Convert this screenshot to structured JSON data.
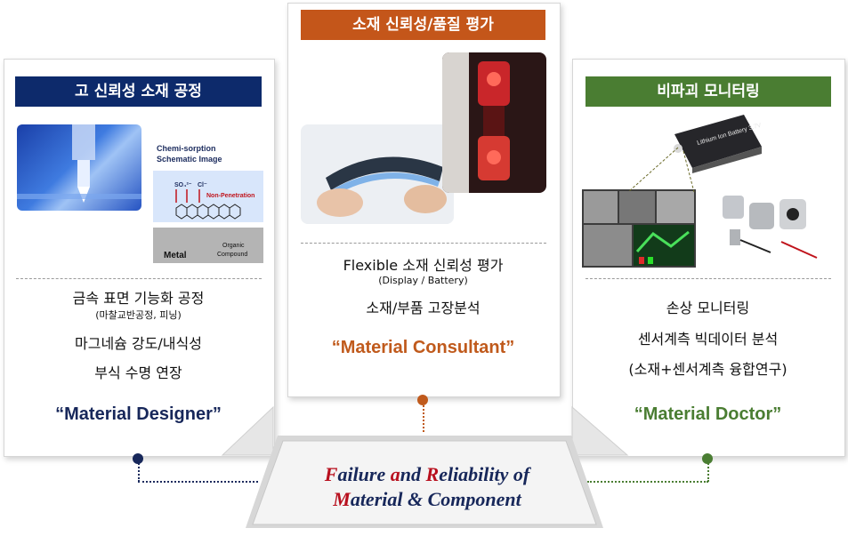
{
  "panels": {
    "left": {
      "header": "고 신뢰성 소재 공정",
      "diagram": {
        "title1": "Chemi-sorption",
        "title2": "Schematic Image",
        "ion1": "SO₄²⁻",
        "ion2": "Cl⁻",
        "non_pen": "Non-Penetration",
        "metal": "Metal",
        "organic1": "Organic",
        "organic2": "Compound"
      },
      "line1": "금속 표면 기능화 공정",
      "line1_sub": "(마찰교반공정, 피닝)",
      "line2": "마그네슘 강도/내식성",
      "line3": "부식 수명 연장",
      "quote": "“Material Designer”"
    },
    "center": {
      "header": "소재 신뢰성/품질 평가",
      "line1": "Flexible 소재 신뢰성 평가",
      "line1_sub": "(Display / Battery)",
      "line2": "소재/부품 고장분석",
      "quote": "“Material Consultant”"
    },
    "right": {
      "header": "비파괴 모니터링",
      "battery_label": "Lithium Ion Battery 3.7V",
      "line1": "손상 모니터링",
      "line2": "센서계측 빅데이터 분석",
      "line3": "(소재+센서계측 융합연구)",
      "quote": "“Material Doctor”"
    }
  },
  "footer": {
    "t1_cap": "F",
    "t1_a": "ailure ",
    "t2_cap": "a",
    "t2_a": "nd ",
    "t3_cap": "R",
    "t3_a": "eliability of",
    "t4_cap": "M",
    "t4_a": "aterial & Component"
  },
  "colors": {
    "left_header": "#0d2a6b",
    "center_header": "#c4561a",
    "right_header": "#4a7d32",
    "left_quote": "#17275a",
    "center_quote": "#c05a1c",
    "right_quote": "#4a7d32"
  }
}
